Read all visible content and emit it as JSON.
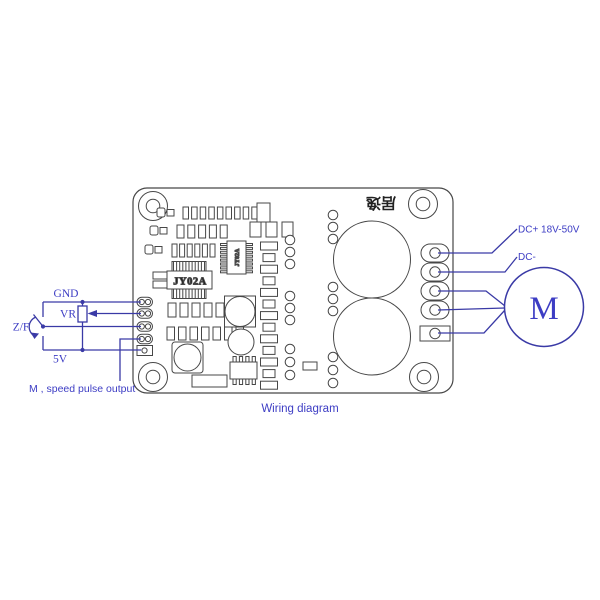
{
  "caption": "Wiring diagram",
  "board": {
    "module_label": "JY02A",
    "ic_label": "JY02A",
    "silkscreen": "居逸"
  },
  "left_circuit": {
    "gnd_label": "GND",
    "vr_label": "VR",
    "zf_label": "Z/F",
    "v5_label": "5V",
    "pulse_label": "M , speed pulse output"
  },
  "right_circuit": {
    "dc_plus_label": "DC+ 18V-50V",
    "dc_minus_label": "DC-",
    "motor_label": "M"
  },
  "colors": {
    "wire": "#3a3aa6",
    "label": "#3d3dc4",
    "outline": "#474747"
  }
}
